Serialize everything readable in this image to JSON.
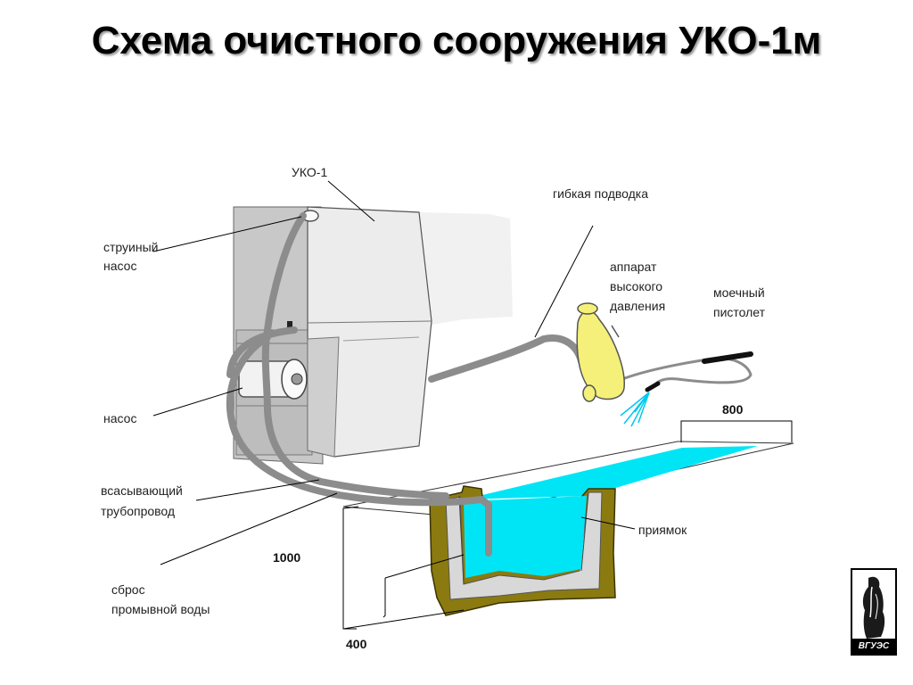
{
  "title": "Схема очистного сооружения УКО-1м",
  "labels": {
    "uko": "УКО-1",
    "jet_pump_line1": "струиный",
    "jet_pump_line2": "насос",
    "pump": "насос",
    "suction_line1": "всасывающий",
    "suction_line2": "трубопровод",
    "discharge_line1": "сброс",
    "discharge_line2": "промывной воды",
    "flexible_hose": "гибкая подводка",
    "hp_line1": "аппарат",
    "hp_line2": "высокого",
    "hp_line3": "давления",
    "gun_line1": "моечный",
    "gun_line2": "пистолет",
    "pit": "приямок"
  },
  "dimensions": {
    "width_top": "800",
    "depth": "1000",
    "offset": "400"
  },
  "logo_text": "ВГУЭС",
  "colors": {
    "water": "#00e5f5",
    "pit_wall": "#8b7a10",
    "pit_liner": "#d8d8d8",
    "unit_body": "#eaeaea",
    "unit_side": "#c8c8c8",
    "pipe": "#8c8c8c",
    "hp_device": "#f4f07a"
  }
}
